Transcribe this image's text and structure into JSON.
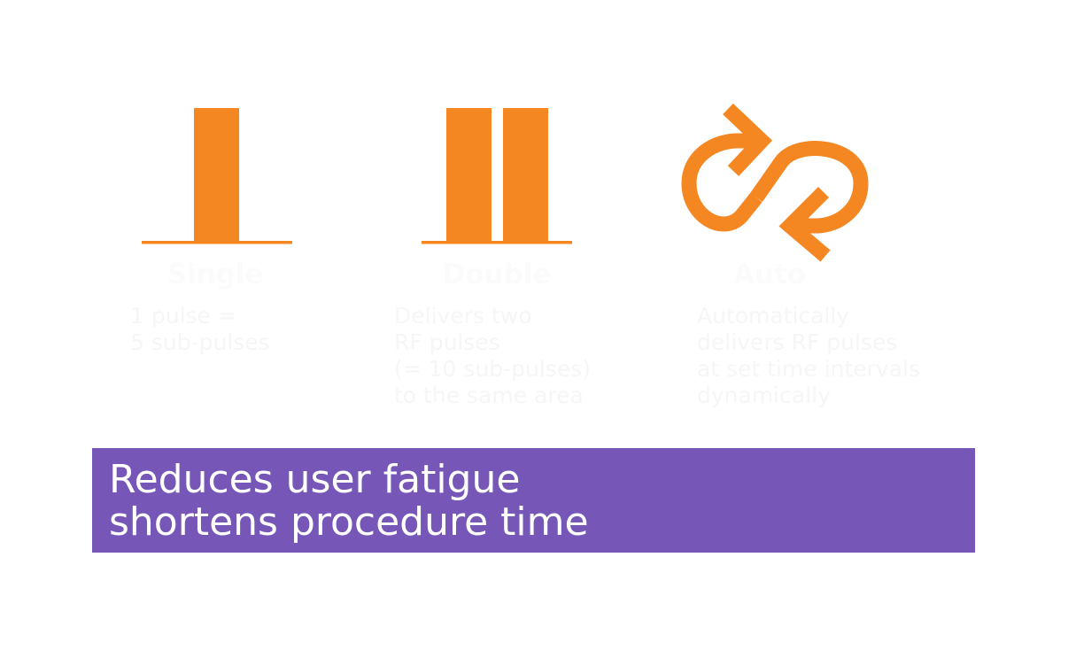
{
  "colors": {
    "accent": "#F58723",
    "banner": "#7657B8",
    "faint_text": "#F6F6F6",
    "banner_text": "#FFFFFF"
  },
  "modes": [
    {
      "icon": "single-pulse-icon",
      "title": "Single",
      "desc_lines": [
        "1 pulse =",
        "5 sub-pulses"
      ]
    },
    {
      "icon": "double-pulse-icon",
      "title": "Double",
      "desc_lines": [
        "Delivers two",
        "RF pulses",
        "(= 10 sub-pulses)",
        "to the same area"
      ]
    },
    {
      "icon": "auto-cycle-icon",
      "title": "Auto",
      "desc_lines": [
        "Automatically",
        "delivers RF pulses",
        "at set time intervals",
        "dynamically"
      ]
    }
  ],
  "banner": {
    "lines": [
      "Reduces user fatigue",
      "shortens procedure time"
    ]
  }
}
